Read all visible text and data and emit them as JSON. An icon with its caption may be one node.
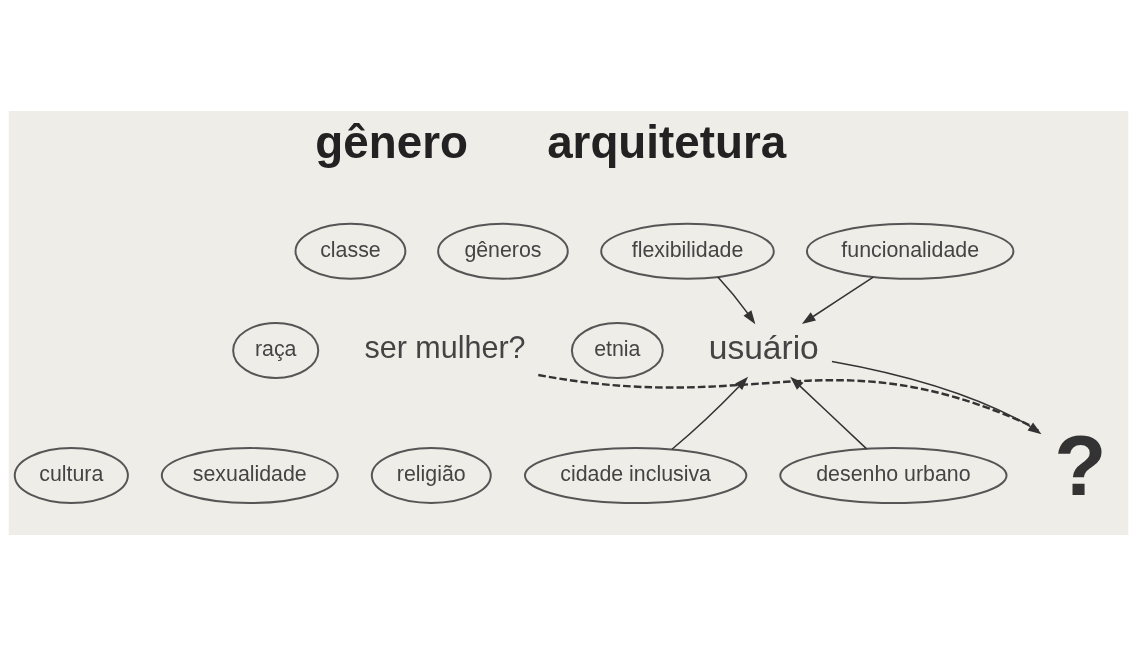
{
  "diagram": {
    "nodes": [
      {
        "text": [
          "ser mulher?"
        ]
      },
      {
        "text": [
          "classe"
        ]
      },
      {
        "text": [
          "gêneros"
        ]
      },
      {
        "text": [
          "raça"
        ]
      },
      {
        "text": [
          "etnia"
        ]
      },
      {
        "text": [
          "cultura"
        ]
      },
      {
        "text": [
          "religião"
        ]
      },
      {
        "text": [
          "sexualidade"
        ]
      },
      {
        "text": [
          "flexibilidade"
        ]
      },
      {
        "text": [
          "funcionalidade"
        ]
      },
      {
        "text": [
          "usuário"
        ]
      },
      {
        "text": [
          "cidade inclusiva"
        ]
      },
      {
        "text": [
          "desenho urbano"
        ]
      },
      {
        "text": [
          "?"
        ]
      }
    ],
    "edges": [
      {
        "from": 8,
        "to": 10,
        "arrow": "to"
      },
      {
        "from": 9,
        "to": 10,
        "arrow": "to"
      },
      {
        "from": 11,
        "to": 10,
        "arrow": "to"
      },
      {
        "from": 12,
        "to": 10,
        "arrow": "to"
      },
      {
        "from": 10,
        "to": 13,
        "arrow": "to"
      },
      {
        "from": 0,
        "to": 13,
        "arrow": "none",
        "style": "dashed"
      }
    ],
    "labels": [
      "gênero",
      "arquitetura"
    ]
  }
}
